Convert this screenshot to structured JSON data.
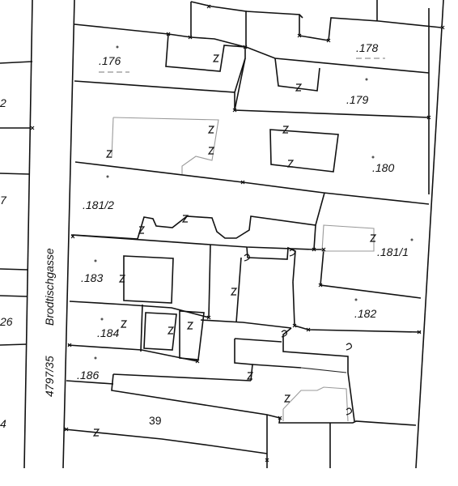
{
  "map": {
    "street_name": "Brodtischgasse",
    "street_parcel": "4797/35",
    "parcels": [
      {
        "id": "p176",
        "label": ".176"
      },
      {
        "id": "p178",
        "label": ".178"
      },
      {
        "id": "p179",
        "label": ".179"
      },
      {
        "id": "p180",
        "label": ".180"
      },
      {
        "id": "p181-2",
        "label": ".181/2"
      },
      {
        "id": "p181-1",
        "label": ".181/1"
      },
      {
        "id": "p182",
        "label": ".182"
      },
      {
        "id": "p183",
        "label": ".183"
      },
      {
        "id": "p184",
        "label": ".184"
      },
      {
        "id": "p186",
        "label": ".186"
      },
      {
        "id": "p39",
        "label": "39"
      }
    ],
    "left_edge_labels": [
      "2",
      "7",
      "26",
      "4"
    ]
  }
}
